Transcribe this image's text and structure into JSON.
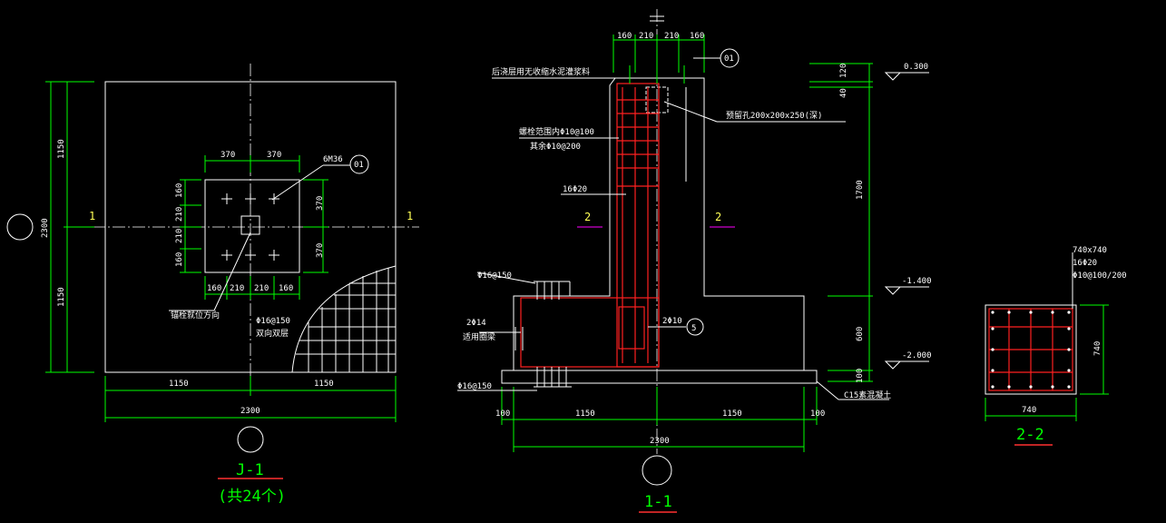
{
  "colors": {
    "background": "#000000",
    "outline": "#ffffff",
    "dimension": "#00ff00",
    "rebar": "#ff2020",
    "axis_label": "#ffff55",
    "title": "#00ff00",
    "title_underline": "#ff3030",
    "level_mark": "#ff00ff",
    "text": "#ffffff"
  },
  "plan_j1": {
    "dim_top_370_left": "370",
    "dim_top_370_right": "370",
    "dim_left_1150_top": "1150",
    "dim_left_1150_bottom": "1150",
    "dim_left_2300": "2300",
    "dim_mid_160_a": "160",
    "dim_mid_210_a": "210",
    "dim_mid_210_b": "210",
    "dim_mid_160_b": "160",
    "dim_right_370_a": "370",
    "dim_right_370_b": "370",
    "dim_bot_160_a": "160",
    "dim_bot_210_a": "210",
    "dim_bot_210_b": "210",
    "dim_bot_160_b": "160",
    "dim_bottom_1150_left": "1150",
    "dim_bottom_1150_right": "1150",
    "dim_bottom_2300": "2300",
    "bolt_label": "6M36",
    "callout_01": "01",
    "section_mark_left": "1",
    "section_mark_right": "1",
    "anchor_label": "锚栓就位方向",
    "rebar_label_1": "Φ16@150",
    "rebar_label_2": "双向双层",
    "title": "J-1",
    "subtitle": "(共24个)"
  },
  "section_11": {
    "top_note": "后浇层用无收缩水泥灌浆料",
    "dim_top_160_a": "160",
    "dim_top_210_a": "210",
    "dim_top_210_b": "210",
    "dim_top_160_b": "160",
    "callout_01": "01",
    "hole_note": "预留孔200x200x250(深)",
    "stirrup_note_1": "螺栓范围内Φ10@100",
    "stirrup_note_2": "其余Φ10@200",
    "main_bar": "16Φ20",
    "section_2_left": "2",
    "section_2_right": "2",
    "bottom_bar_top": "Φ16@150",
    "bar_2phi14": "2Φ14",
    "ring_note": "适用圈梁",
    "bar_2phi10": "2Φ10",
    "callout_5": "5",
    "bottom_bar_bottom": "Φ16@150",
    "concrete_note": "C15素混凝土",
    "elev_top": "0.300",
    "elev_mid": "-1.400",
    "elev_bot": "-2.000",
    "dim_v_120": "120",
    "dim_v_40": "40",
    "dim_v_1700": "1700",
    "dim_v_600": "600",
    "dim_v_100": "100",
    "dim_h_100_left": "100",
    "dim_h_1150_left": "1150",
    "dim_h_1150_right": "1150",
    "dim_h_100_right": "100",
    "dim_h_2300": "2300",
    "title": "1-1"
  },
  "section_22": {
    "note_size": "740x740",
    "note_bar": "16Φ20",
    "note_stirrup": "Φ10@100/200",
    "dim_bottom": "740",
    "dim_right": "740",
    "title": "2-2"
  }
}
